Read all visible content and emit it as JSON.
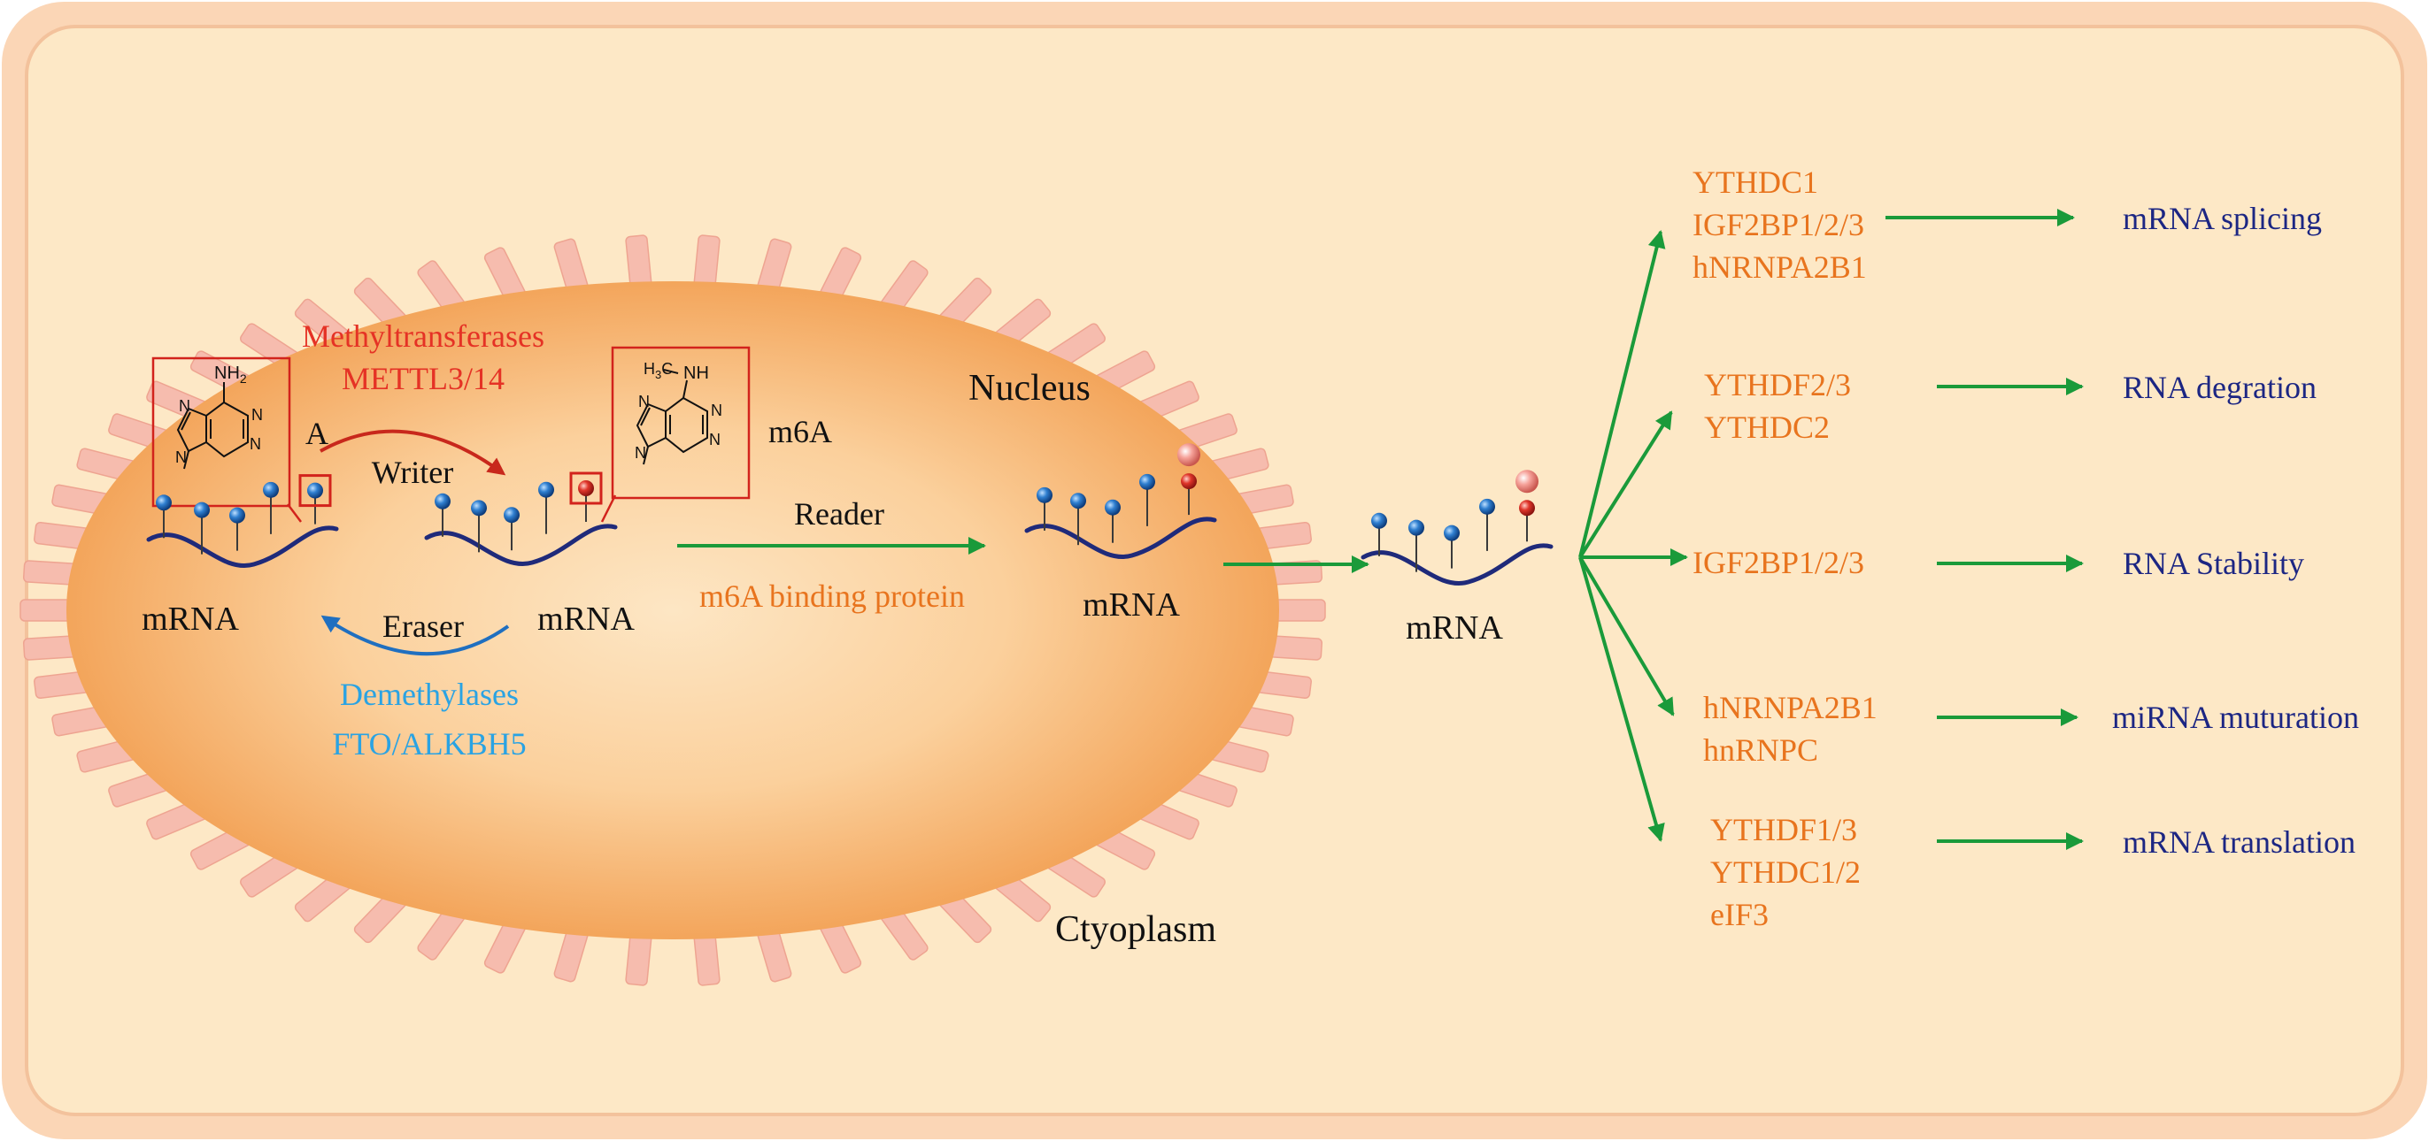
{
  "labels": {
    "nucleus": "Nucleus",
    "cytoplasm": "Ctyoplasm",
    "mrna_unmodified": "mRNA",
    "mrna_modified": "mRNA",
    "mrna_bound": "mRNA",
    "mrna_exported": "mRNA",
    "base_a": "A",
    "base_m6a": "m6A",
    "writer": "Writer",
    "eraser": "Eraser",
    "reader": "Reader"
  },
  "writer_enzymes": {
    "line1": "Methyltransferases",
    "line2": "METTL3/14"
  },
  "eraser_enzymes": {
    "line1": "Demethylases",
    "line2": "FTO/ALKBH5"
  },
  "reader_protein": "m6A binding protein",
  "structures": {
    "adenine": {
      "amino": "NH",
      "amino_sub": "2",
      "ring_n": "N"
    },
    "m6a": {
      "methyl": "H",
      "methyl_sub": "3",
      "methyl_tail": "C",
      "amino": "NH",
      "ring_n": "N"
    }
  },
  "pathways": [
    {
      "readers": [
        "YTHDC1",
        "IGF2BP1/2/3",
        "hNRNPA2B1"
      ],
      "function": "mRNA splicing"
    },
    {
      "readers": [
        "YTHDF2/3",
        "YTHDC2"
      ],
      "function": "RNA degration"
    },
    {
      "readers": [
        "IGF2BP1/2/3"
      ],
      "function": "RNA Stability"
    },
    {
      "readers": [
        "hNRNPA2B1",
        "hnRNPC"
      ],
      "function": "miRNA muturation"
    },
    {
      "readers": [
        "YTHDF1/3",
        "YTHDC1/2",
        "eIF3"
      ],
      "function": "mRNA translation"
    }
  ],
  "colors": {
    "cell_fill": "#fde8c6",
    "cell_border": "#f8c9a6",
    "nucleus_fill": "#f7b873",
    "pore": "#f6bcae",
    "mrna_line": "#1f2a7a",
    "site_blue": "#2f7fd0",
    "site_red": "#e0352a",
    "writer_text": "#e53225",
    "eraser_text": "#2aa3e3",
    "reader_text": "#e8741e",
    "function_text": "#1c2683",
    "green_arrow": "#1a9a3a"
  }
}
